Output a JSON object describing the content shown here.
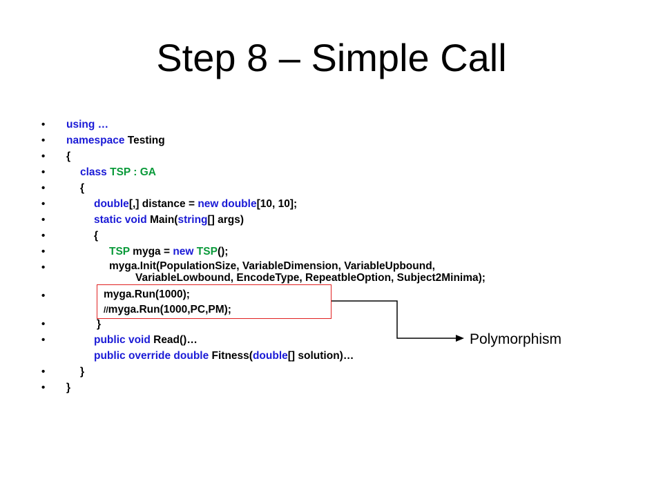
{
  "slide": {
    "title": "Step 8 – Simple Call",
    "callout_label": "Polymorphism",
    "colors": {
      "keyword": "#1a1ad6",
      "type": "#0a9a3a",
      "highlight_box": "#e02020"
    }
  },
  "code": {
    "l1_kw": "using …",
    "l2_kw": "namespace",
    "l2_name": " Testing",
    "l3": "{",
    "l4_kw": "class",
    "l4_type": " TSP : GA",
    "l5": "{",
    "l6_kw1": "double",
    "l6_mid": "[,] distance = ",
    "l6_kw2": "new double",
    "l6_end": "[10, 10];",
    "l7_kw": "static void",
    "l7_mid": " Main(",
    "l7_kw2": "string",
    "l7_end": "[] args)",
    "l8": "{",
    "l9_type1": "TSP",
    "l9_mid": " myga = ",
    "l9_kw": "new",
    "l9_type2": " TSP",
    "l9_end": "();",
    "l10a": "myga.Init(PopulationSize, VariableDimension, VariableUpbound,",
    "l10b": "VariableLowbound, EncodeType, RepeatbleOption, Subject2Minima);",
    "l11": "myga.Run(1000);",
    "l12_prefix": "//",
    "l12": "myga.Run(1000,PC,PM);",
    "l13": "}",
    "l14_kw": "public void",
    "l14_end": " Read()…",
    "l15_kw": "public override double",
    "l15_mid": " Fitness(",
    "l15_kw2": "double",
    "l15_end": "[] solution)…",
    "l16": "}",
    "l17": "}"
  },
  "bullets": {
    "char": "•"
  }
}
